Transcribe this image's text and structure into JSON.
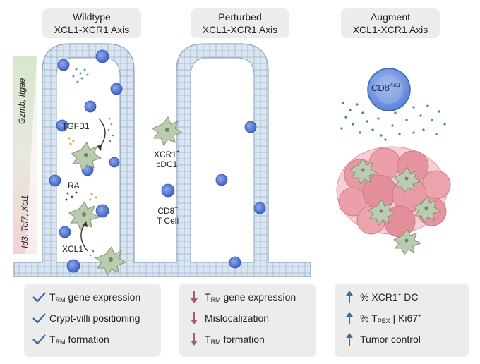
{
  "titles": {
    "wildtype": {
      "line1": "Wildtype",
      "line2": "XCL1-XCR1 Axis"
    },
    "perturbed": {
      "line1": "Perturbed",
      "line2": "XCL1-XCR1 Axis"
    },
    "augment": {
      "line1": "Augment",
      "line2": "XCL1-XCR1 Axis"
    }
  },
  "side_labels": {
    "top_gene": "Gzmb, Itgae",
    "bottom_gene": "Id3, Tcf7, Xcl1"
  },
  "diagram_labels": {
    "tgfb1": "TGFB1",
    "ra": "RA",
    "xcl1": "XCL1",
    "xcr1_prefix": "XCR1",
    "xcr1_sup": "+",
    "cdc1": "cDC1",
    "cd8_prefix": "CD8",
    "cd8_sup": "+",
    "tcell": "T Cell",
    "cd8_cell_prefix": "CD8",
    "cd8_cell_sup": "Xcl1"
  },
  "panels": {
    "wildtype": {
      "icon": "checkmark-icon",
      "color": "#3a6ea5",
      "rows": [
        {
          "pre": "T",
          "sub": "RM",
          "post": " gene expression"
        },
        {
          "pre": "Crypt-villi positioning",
          "sub": "",
          "post": ""
        },
        {
          "pre": "T",
          "sub": "RM",
          "post": " formation"
        }
      ]
    },
    "perturbed": {
      "icon": "down-arrow-icon",
      "color": "#a46068",
      "rows": [
        {
          "pre": "T",
          "sub": "RM",
          "post": " gene expression"
        },
        {
          "pre": "Mislocalization",
          "sub": "",
          "post": ""
        },
        {
          "pre": "T",
          "sub": "RM",
          "post": " formation"
        }
      ]
    },
    "augment": {
      "icon": "up-arrow-icon",
      "color": "#3a6ea5",
      "rows": [
        {
          "pre": "% XCR1",
          "sup": "+",
          "post": " DC"
        },
        {
          "pre": "% T",
          "sub": "PEX",
          "post": " | Ki67",
          "sup2": "+"
        },
        {
          "pre": "Tumor control",
          "sub": "",
          "post": ""
        }
      ]
    }
  },
  "colors": {
    "epithelium": "#d9e6f1",
    "epithelium_stroke": "#8fa6bc",
    "tcell": "#5b7fd6",
    "dendritic": "#b8c9a8",
    "tumor": "#e8a0a8",
    "gradient_green": "#d4e4c8",
    "gradient_red": "#f0cfcf"
  }
}
